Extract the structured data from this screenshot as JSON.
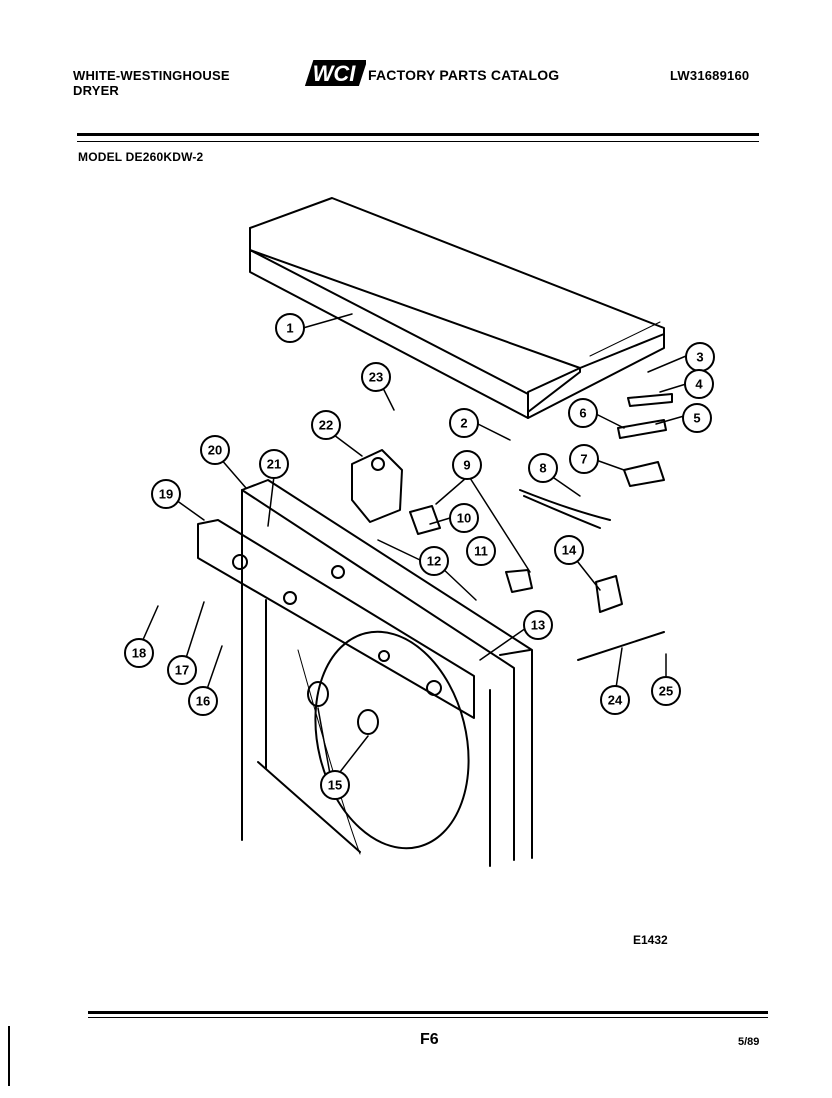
{
  "header": {
    "maker": "WHITE-WESTINGHOUSE",
    "appliance": "DRYER",
    "logo_text": "WCI",
    "catalog_title": "FACTORY PARTS CATALOG",
    "catalog_number": "LW31689160",
    "model": "MODEL DE260KDW-2"
  },
  "diagram": {
    "callouts": [
      "1",
      "2",
      "3",
      "4",
      "5",
      "6",
      "7",
      "8",
      "9",
      "10",
      "11",
      "12",
      "13",
      "14",
      "15",
      "16",
      "17",
      "18",
      "19",
      "20",
      "21",
      "22",
      "23",
      "24",
      "25"
    ],
    "figure_code": "E1432"
  },
  "footer": {
    "page": "F6",
    "date": "5/89"
  }
}
